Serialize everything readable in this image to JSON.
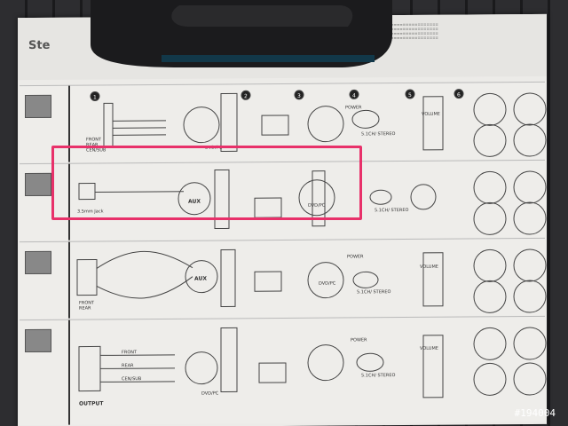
{
  "scene": {
    "description_label": "",
    "watermark": "#194004",
    "highlight_color": "#e8316a"
  },
  "header": {
    "title_fragment": "Ste",
    "subtitle_fragment": "ng the Audio Source"
  },
  "steps": [
    "1",
    "2",
    "3",
    "4",
    "5",
    "6"
  ],
  "rows": [
    {
      "aux_label": "",
      "jack_label": "",
      "dvd_label": "DVD/PC",
      "power_label": "POWER",
      "volume_label": "VOLUME",
      "mode_label": "5.1CH/ STEREO",
      "left_labels": [
        "FRONT",
        "REAR",
        "CEN/SUB"
      ]
    },
    {
      "aux_label": "AUX",
      "jack_label": "3.5mm Jack",
      "dvd_label": "DVD/PC",
      "power_label": "",
      "volume_label": "",
      "mode_label": "5.1CH/ STEREO",
      "left_labels": []
    },
    {
      "aux_label": "AUX",
      "jack_label": "",
      "dvd_label": "DVD/PC",
      "power_label": "POWER",
      "volume_label": "VOLUME",
      "mode_label": "5.1CH/ STEREO",
      "left_labels": [
        "FRONT",
        "REAR"
      ]
    },
    {
      "aux_label": "",
      "jack_label": "",
      "dvd_label": "DVD/PC",
      "power_label": "POWER",
      "volume_label": "VOLUME",
      "mode_label": "5.1CH/ STEREO",
      "left_labels": [
        "FRONT",
        "REAR",
        "CEN/SUB",
        "OUTPUT"
      ]
    }
  ]
}
